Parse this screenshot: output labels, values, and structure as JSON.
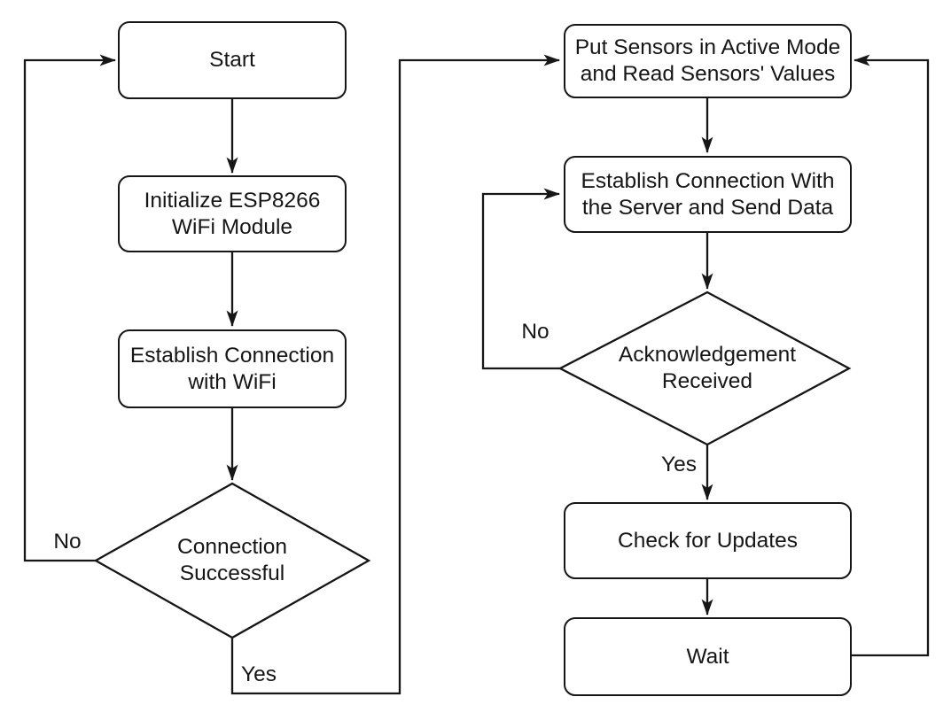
{
  "diagram": {
    "type": "flowchart",
    "background_color": "#ffffff",
    "stroke_color": "#161616",
    "text_color": "#161616",
    "nodes": {
      "start": "Start",
      "init_wifi": "Initialize ESP8266\nWiFi Module",
      "establish_wifi": "Establish Connection\nwith WiFi",
      "connection_successful": "Connection\nSuccessful",
      "put_sensors": "Put Sensors in Active Mode\nand Read Sensors' Values",
      "establish_server": "Establish Connection With\nthe Server and Send Data",
      "ack_received": "Acknowledgement\nReceived",
      "check_updates": "Check for Updates",
      "wait": "Wait"
    },
    "edge_labels": {
      "connection_no": "No",
      "connection_yes": "Yes",
      "ack_no": "No",
      "ack_yes": "Yes"
    },
    "edges": [
      {
        "from": "start",
        "to": "init_wifi",
        "label": ""
      },
      {
        "from": "init_wifi",
        "to": "establish_wifi",
        "label": ""
      },
      {
        "from": "establish_wifi",
        "to": "connection_successful",
        "label": ""
      },
      {
        "from": "connection_successful",
        "to": "start",
        "label": "No"
      },
      {
        "from": "connection_successful",
        "to": "put_sensors",
        "label": "Yes"
      },
      {
        "from": "put_sensors",
        "to": "establish_server",
        "label": ""
      },
      {
        "from": "establish_server",
        "to": "ack_received",
        "label": ""
      },
      {
        "from": "ack_received",
        "to": "establish_server",
        "label": "No"
      },
      {
        "from": "ack_received",
        "to": "check_updates",
        "label": "Yes"
      },
      {
        "from": "check_updates",
        "to": "wait",
        "label": ""
      },
      {
        "from": "wait",
        "to": "put_sensors",
        "label": ""
      }
    ]
  }
}
